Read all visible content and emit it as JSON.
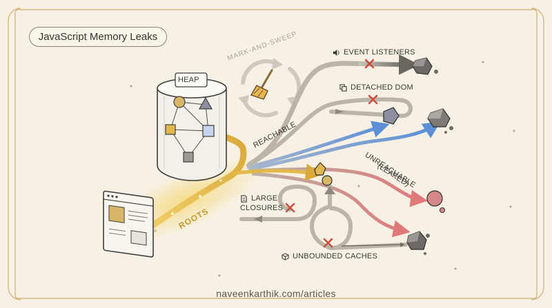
{
  "title": "JavaScript Memory Leaks",
  "labels": {
    "heap": "HEAP",
    "mark_and_sweep": "MARK-AND-SWEEP",
    "event_listeners": "EVENT LISTENERS",
    "detached_dom": "DETACHED DOM",
    "reachable": "REACHABLE",
    "unreachable_1": "UNREACHABLE",
    "unreachable_2": "(LEAKED)",
    "large_closures_1": "LARGE",
    "large_closures_2": "CLOSURES",
    "roots": "ROOTS",
    "unbounded_caches": "UNBOUNDED CACHES"
  },
  "footer": "naveenkarthik.com/articles",
  "icons": {
    "event_listeners": "speaker-icon",
    "detached_dom": "copy-icon",
    "large_closures": "document-icon",
    "unbounded_caches": "cube-icon",
    "mark_and_sweep": "broom-icon"
  },
  "colors": {
    "background": "#f6f1e4",
    "frame": "#c9a867",
    "roots_path": "#e3b94a",
    "reachable_path": "#7fa6d9",
    "leaked_path": "#d98080",
    "neutral_path": "#a7a39a",
    "blocked_mark": "#cc4b3d"
  }
}
